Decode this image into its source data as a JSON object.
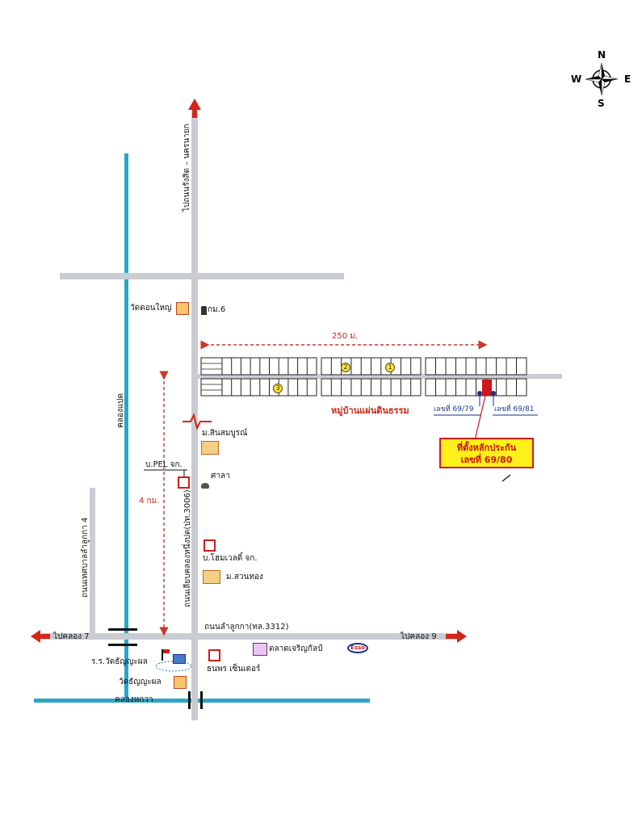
{
  "compass": {
    "n": "N",
    "s": "S",
    "e": "E",
    "w": "W"
  },
  "roads": {
    "north_road_label": "ไปถนนรังสิต – นครนายก",
    "main_road_label": "ถนนเลียบคลองหนึ่งปต(ปท.3006)",
    "lamlukka_road_label": "ถนนลำลูกกา(ทล.3312)",
    "thesaban_road_label": "ถนนเทศบาลลำลูกกา 4",
    "to_khlong7": "ไปคลอง 7",
    "to_khlong9": "ไปคลอง 9"
  },
  "canals": {
    "khlong_paed": "คลองแปด",
    "khlong_hok_wa": "คลองหกวา"
  },
  "distances": {
    "d250": "250 ม.",
    "d4km": "4 กม."
  },
  "places": {
    "wat_don_yai": "วัดดอนใหญ่",
    "km6": "กม.6",
    "sin_somboon": "ม.สินสมบูรณ์",
    "pel": "บ.PEL จก.",
    "sala": "ศาลา",
    "home_well": "บ.โฮมเวลดิ์ จก.",
    "suan_thong": "ม.สวนทอง",
    "school": "ร.ร.วัดธัญญะผล",
    "wat_thanya": "วัดธัญญะผล",
    "thanaporn": "ธนพร เซ็นเตอร์",
    "talad": "ตลาดเจริญกัลป์",
    "esso": "Esso"
  },
  "village": {
    "name": "หมู่บ้านแผ่นดินธรรม",
    "lot_left": "เลขที่ 69/79",
    "lot_right": "เลขที่ 69/81",
    "markers": [
      "1",
      "2",
      "3"
    ]
  },
  "callout": {
    "line1": "ที่ตั้งหลักประกัน",
    "line2": "เลขที่ 69/80"
  },
  "colors": {
    "road": "#c9ccd1",
    "canal": "#27a6c9",
    "arrow": "#d4251b",
    "dash": "#c8392b",
    "highlight_lot": "#d4151b",
    "callout_bg": "#ffef1a"
  }
}
